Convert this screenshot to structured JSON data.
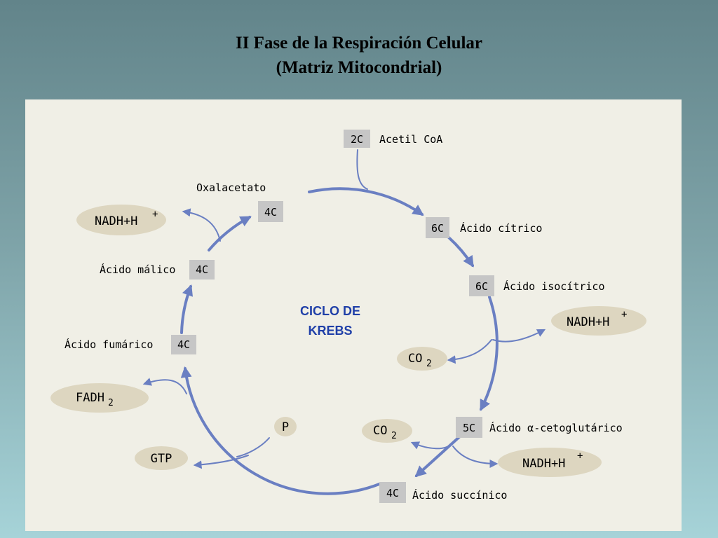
{
  "title": {
    "line1": "II Fase de la Respiración  Celular",
    "line2": "(Matriz Mitocondrial)"
  },
  "center_label": {
    "line1": "CICLO  DE",
    "line2": "KREBS"
  },
  "compounds": {
    "acetil_coa": {
      "carbons": "2C",
      "name": "Acetil CoA"
    },
    "citrico": {
      "carbons": "6C",
      "name": "Ácido cítrico"
    },
    "isocitrico": {
      "carbons": "6C",
      "name": "Ácido isocítrico"
    },
    "cetoglutarico": {
      "carbons": "5C",
      "name": "Ácido α-cetoglutárico"
    },
    "succinico": {
      "carbons": "4C",
      "name": "Ácido succínico"
    },
    "fumarico": {
      "carbons": "4C",
      "name": "Ácido fumárico"
    },
    "malico": {
      "carbons": "4C",
      "name": "Ácido málico"
    },
    "oxalacetato": {
      "carbons": "4C",
      "name": "Oxalacetato"
    }
  },
  "products": {
    "nadh_label": "NADH+H",
    "nadh_sup": "+",
    "co2_label": "CO",
    "co2_sub": "2",
    "fadh_label": "FADH",
    "fadh_sub": "2",
    "gtp_label": "GTP",
    "phosphate_label": "P"
  },
  "colors": {
    "arrow": "#6a7fc2",
    "center_text": "#1f3fa8",
    "carbon_box": "#c6c6c6",
    "product_oval": "#ddd6c0",
    "panel": "#f0efe6"
  }
}
